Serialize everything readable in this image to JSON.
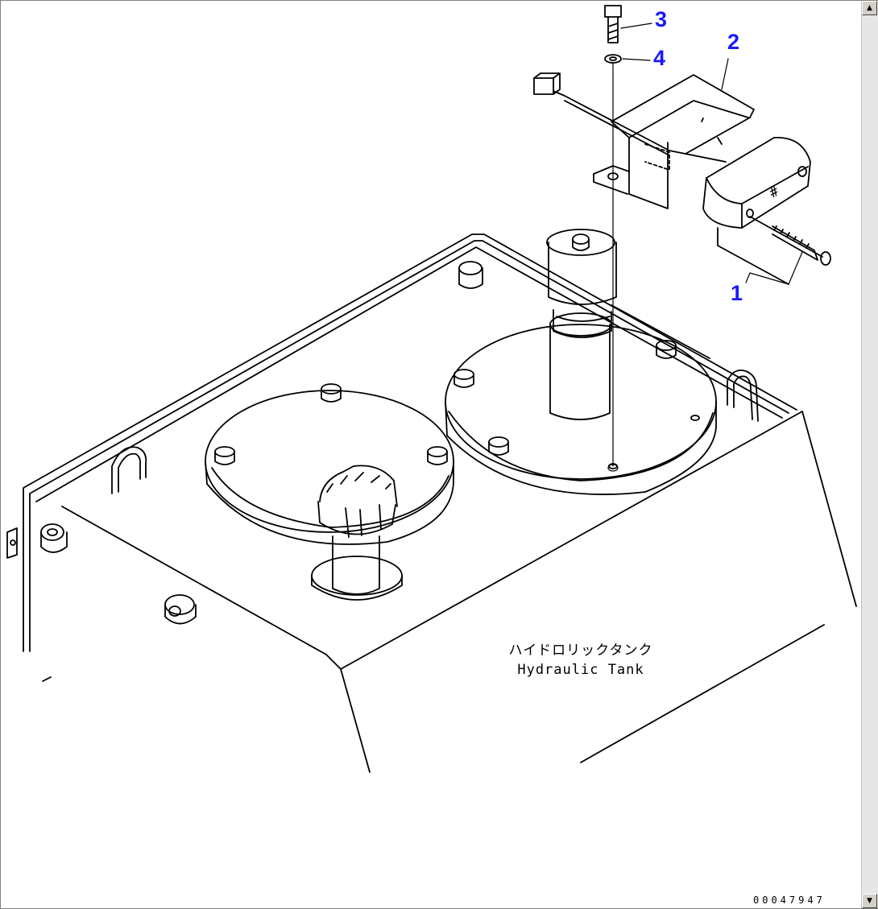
{
  "diagram": {
    "callouts": [
      {
        "id": "1",
        "label": "1"
      },
      {
        "id": "2",
        "label": "2"
      },
      {
        "id": "3",
        "label": "3"
      },
      {
        "id": "4",
        "label": "4"
      }
    ],
    "tank_label_jp": "ハイドロリックタンク",
    "tank_label_en": "Hydraulic Tank",
    "part_mark": "#"
  },
  "footer": {
    "doc_number": "00047947"
  },
  "scrollbar": {
    "up_icon": "arrow-up-icon",
    "down_icon": "arrow-down-icon",
    "up_glyph": "▲",
    "down_glyph": "▼"
  },
  "colors": {
    "callout": "#1a1aff",
    "line": "#000000"
  }
}
